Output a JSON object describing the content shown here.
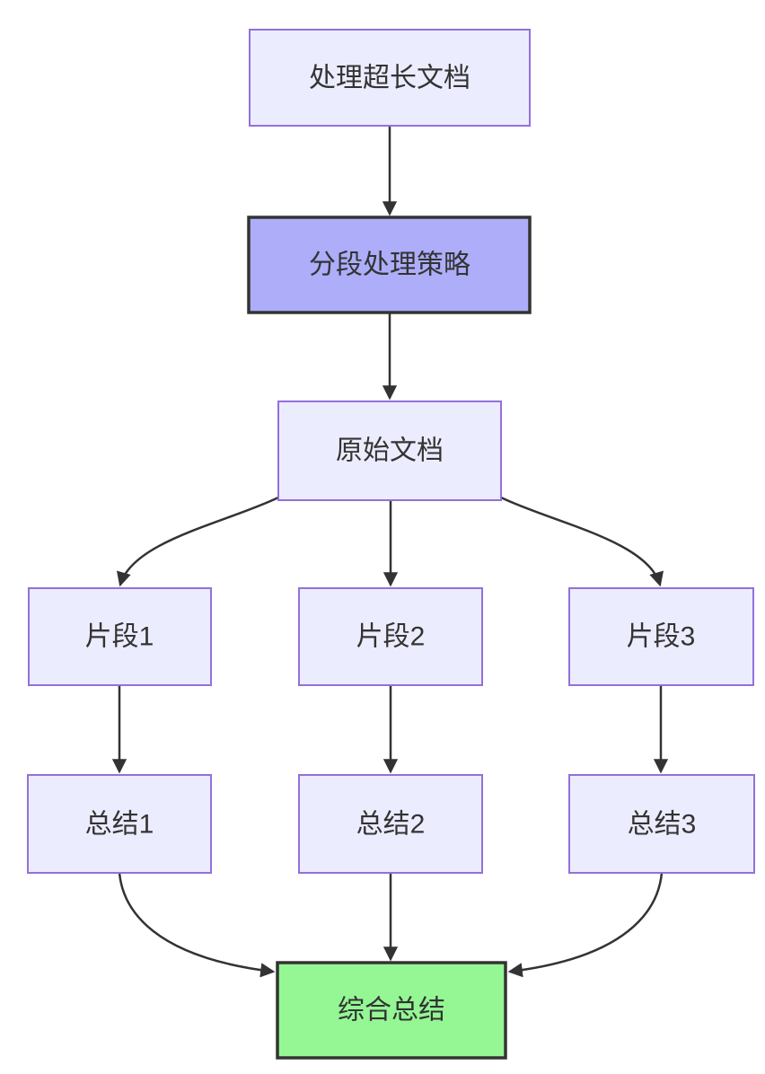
{
  "diagram": {
    "type": "flowchart",
    "direction": "top-down",
    "nodes": {
      "process_doc": {
        "label": "处理超长文档",
        "style": "default"
      },
      "strategy": {
        "label": "分段处理策略",
        "style": "highlight"
      },
      "original_doc": {
        "label": "原始文档",
        "style": "default"
      },
      "fragment_1": {
        "label": "片段1",
        "style": "default"
      },
      "fragment_2": {
        "label": "片段2",
        "style": "default"
      },
      "fragment_3": {
        "label": "片段3",
        "style": "default"
      },
      "summary_1": {
        "label": "总结1",
        "style": "default"
      },
      "summary_2": {
        "label": "总结2",
        "style": "default"
      },
      "summary_3": {
        "label": "总结3",
        "style": "default"
      },
      "final_summary": {
        "label": "综合总结",
        "style": "final"
      }
    },
    "edges": [
      {
        "from": "process_doc",
        "to": "strategy"
      },
      {
        "from": "strategy",
        "to": "original_doc"
      },
      {
        "from": "original_doc",
        "to": "fragment_1"
      },
      {
        "from": "original_doc",
        "to": "fragment_2"
      },
      {
        "from": "original_doc",
        "to": "fragment_3"
      },
      {
        "from": "fragment_1",
        "to": "summary_1"
      },
      {
        "from": "fragment_2",
        "to": "summary_2"
      },
      {
        "from": "fragment_3",
        "to": "summary_3"
      },
      {
        "from": "summary_1",
        "to": "final_summary"
      },
      {
        "from": "summary_2",
        "to": "final_summary"
      },
      {
        "from": "summary_3",
        "to": "final_summary"
      }
    ],
    "colors": {
      "background": "#FFFFFF",
      "node_fill": "#ECECFF",
      "node_border": "#9370DB",
      "highlight_fill": "#ADADFA",
      "final_fill": "#94F794",
      "emphasis_border": "#333333",
      "edge_stroke": "#333333",
      "text": "#333333"
    }
  }
}
